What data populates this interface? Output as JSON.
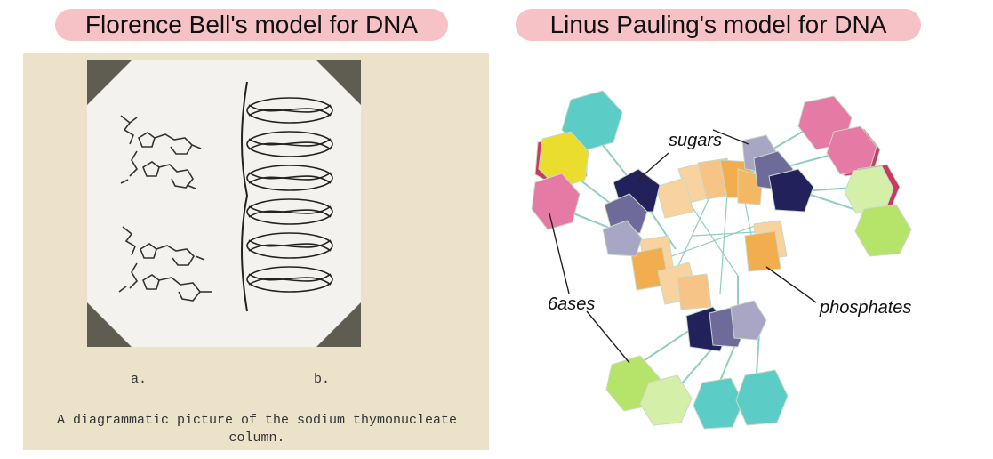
{
  "titles": {
    "left": "Florence Bell's model for DNA",
    "right": "Linus Pauling's model for DNA"
  },
  "bell": {
    "label_a": "a.",
    "label_b": "b.",
    "caption_line1": "A diagrammatic picture of the sodium thymonucleate",
    "caption_line2": "column."
  },
  "pauling": {
    "labels": {
      "sugars": "sugars",
      "bases": "6ases",
      "phosphates": "phosphates"
    }
  },
  "colors": {
    "title_highlight": "#f7c2c6",
    "paper": "#ebe2c9",
    "photo": "#f3f2ee",
    "sugar_dark": "#23215c",
    "sugar_mid": "#6e6a9a",
    "sugar_light": "#a9a6c5",
    "phosphate": "#f2ad4e",
    "phosphate_light": "#f8d3a0",
    "base_teal": "#5ccdc6",
    "base_green": "#b6e36a",
    "base_lightgreen": "#d4f0a8",
    "base_pink": "#e57aa4",
    "base_yellow": "#eadd2e",
    "base_crimson": "#c73a62",
    "connector": "#8ecfc0"
  }
}
